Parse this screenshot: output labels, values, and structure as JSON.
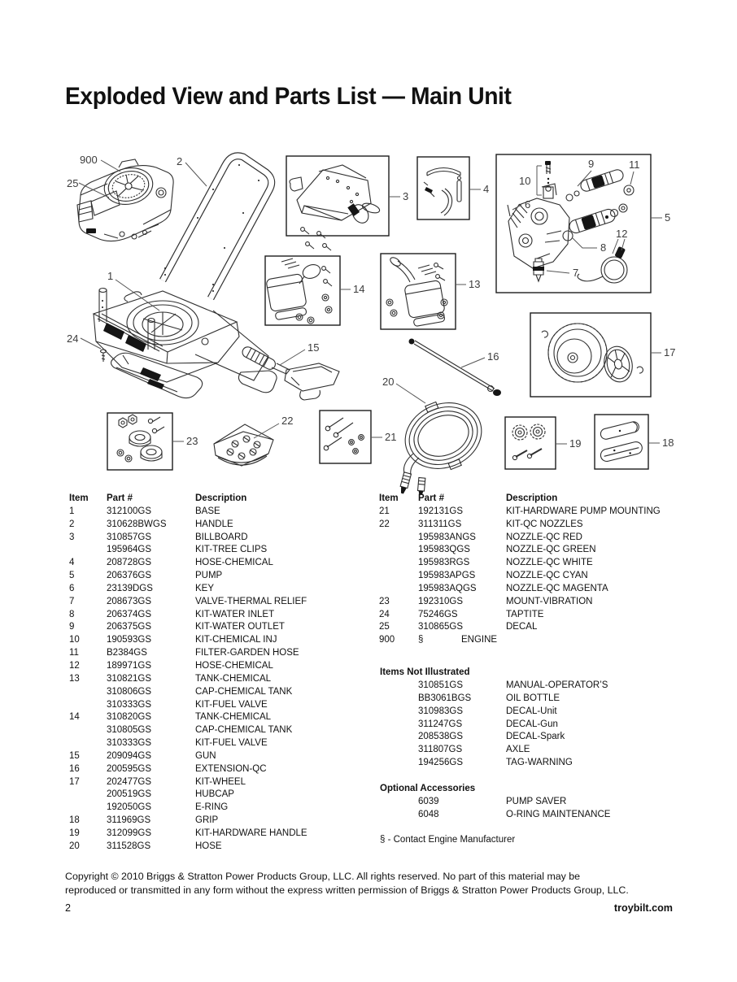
{
  "page": {
    "title": "Exploded View and Parts List — Main Unit",
    "page_number": "2",
    "website": "troybilt.com",
    "copyright_line1": "Copyright © 2010 Briggs & Stratton Power Products Group, LLC.  All rights reserved.  No part of this material may be",
    "copyright_line2": "reproduced or transmitted in any form without the express written permission of Briggs & Stratton Power Products Group, LLC."
  },
  "diagram": {
    "callouts": {
      "c1": "1",
      "c2": "2",
      "c3": "3",
      "c4": "4",
      "c5": "5",
      "c6": "6",
      "c7": "7",
      "c8": "8",
      "c9": "9",
      "c10": "10",
      "c11": "11",
      "c12": "12",
      "c13": "13",
      "c14": "14",
      "c15": "15",
      "c16": "16",
      "c17": "17",
      "c18": "18",
      "c19": "19",
      "c20": "20",
      "c21": "21",
      "c22": "22",
      "c23": "23",
      "c24": "24",
      "c25": "25",
      "c900": "900"
    }
  },
  "parts_table": {
    "headers": {
      "item": "Item",
      "part": "Part #",
      "desc": "Description"
    },
    "left_rows": [
      {
        "item": "1",
        "part": "312100GS",
        "desc": "BASE"
      },
      {
        "item": "2",
        "part": "310628BWGS",
        "desc": "HANDLE"
      },
      {
        "item": "3",
        "part": "310857GS",
        "desc": "BILLBOARD"
      },
      {
        "item": "",
        "part": "195964GS",
        "desc": "KIT-TREE CLIPS"
      },
      {
        "item": "4",
        "part": "208728GS",
        "desc": "HOSE-CHEMICAL"
      },
      {
        "item": "5",
        "part": "206376GS",
        "desc": "PUMP"
      },
      {
        "item": "6",
        "part": "23139DGS",
        "desc": "KEY"
      },
      {
        "item": "7",
        "part": "208673GS",
        "desc": "VALVE-THERMAL RELIEF"
      },
      {
        "item": "8",
        "part": "206374GS",
        "desc": "KIT-WATER INLET"
      },
      {
        "item": "9",
        "part": "206375GS",
        "desc": "KIT-WATER OUTLET"
      },
      {
        "item": "10",
        "part": "190593GS",
        "desc": "KIT-CHEMICAL INJ"
      },
      {
        "item": "11",
        "part": "B2384GS",
        "desc": "FILTER-GARDEN HOSE"
      },
      {
        "item": "12",
        "part": "189971GS",
        "desc": "HOSE-CHEMICAL"
      },
      {
        "item": "13",
        "part": "310821GS",
        "desc": "TANK-CHEMICAL"
      },
      {
        "item": "",
        "part": "310806GS",
        "desc": "CAP-CHEMICAL TANK"
      },
      {
        "item": "",
        "part": "310333GS",
        "desc": "KIT-FUEL VALVE"
      },
      {
        "item": "14",
        "part": "310820GS",
        "desc": "TANK-CHEMICAL"
      },
      {
        "item": "",
        "part": "310805GS",
        "desc": "CAP-CHEMICAL TANK"
      },
      {
        "item": "",
        "part": "310333GS",
        "desc": "KIT-FUEL VALVE"
      },
      {
        "item": "15",
        "part": "209094GS",
        "desc": "GUN"
      },
      {
        "item": "16",
        "part": "200595GS",
        "desc": "EXTENSION-QC"
      },
      {
        "item": "17",
        "part": "202477GS",
        "desc": "KIT-WHEEL"
      },
      {
        "item": "",
        "part": "200519GS",
        "desc": "HUBCAP"
      },
      {
        "item": "",
        "part": "192050GS",
        "desc": "E-RING"
      },
      {
        "item": "18",
        "part": "311969GS",
        "desc": "GRIP"
      },
      {
        "item": "19",
        "part": "312099GS",
        "desc": "KIT-HARDWARE HANDLE"
      },
      {
        "item": "20",
        "part": "311528GS",
        "desc": "HOSE"
      }
    ],
    "right_rows": [
      {
        "item": "21",
        "part": "192131GS",
        "desc": "KIT-HARDWARE PUMP MOUNTING"
      },
      {
        "item": "22",
        "part": "311311GS",
        "desc": "KIT-QC NOZZLES"
      },
      {
        "item": "",
        "part": "195983ANGS",
        "desc": "NOZZLE-QC RED"
      },
      {
        "item": "",
        "part": "195983QGS",
        "desc": "NOZZLE-QC GREEN"
      },
      {
        "item": "",
        "part": "195983RGS",
        "desc": "NOZZLE-QC WHITE"
      },
      {
        "item": "",
        "part": "195983APGS",
        "desc": "NOZZLE-QC CYAN"
      },
      {
        "item": "",
        "part": "195983AQGS",
        "desc": "NOZZLE-QC MAGENTA"
      },
      {
        "item": "23",
        "part": "192310GS",
        "desc": "MOUNT-VIBRATION"
      },
      {
        "item": "24",
        "part": "75246GS",
        "desc": "TAPTITE"
      },
      {
        "item": "25",
        "part": "310865GS",
        "desc": "DECAL"
      },
      {
        "item": "900",
        "part": "§",
        "desc": "ENGINE",
        "shift_desc": true
      }
    ],
    "not_illustrated": {
      "title": "Items Not Illustrated",
      "rows": [
        {
          "item": "",
          "part": "310851GS",
          "desc": "MANUAL-OPERATOR’S"
        },
        {
          "item": "",
          "part": "BB3061BGS",
          "desc": "OIL BOTTLE"
        },
        {
          "item": "",
          "part": "310983GS",
          "desc": "DECAL-Unit"
        },
        {
          "item": "",
          "part": "311247GS",
          "desc": "DECAL-Gun"
        },
        {
          "item": "",
          "part": "208538GS",
          "desc": "DECAL-Spark"
        },
        {
          "item": "",
          "part": "311807GS",
          "desc": "AXLE"
        },
        {
          "item": "",
          "part": "194256GS",
          "desc": "TAG-WARNING"
        }
      ]
    },
    "optional": {
      "title": "Optional Accessories",
      "rows": [
        {
          "item": "",
          "part": "6039",
          "desc": "PUMP SAVER"
        },
        {
          "item": "",
          "part": "6048",
          "desc": "O-RING MAINTENANCE"
        }
      ]
    },
    "footnote": "§ - Contact Engine Manufacturer"
  }
}
